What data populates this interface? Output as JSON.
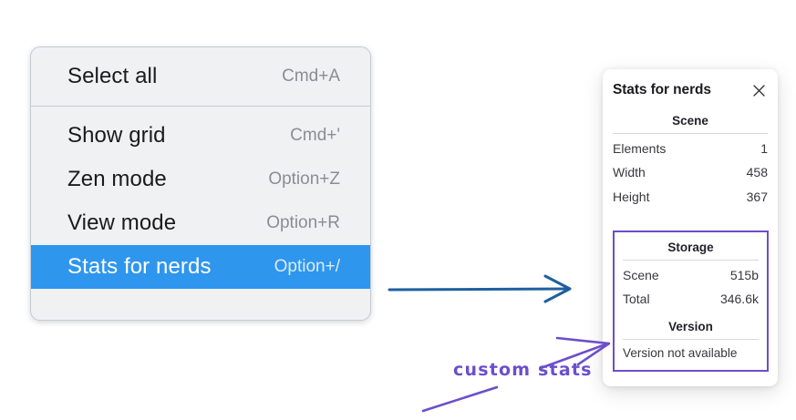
{
  "context_menu": {
    "name": "canvas-context-menu",
    "groups": [
      {
        "items": [
          {
            "label": "Select all",
            "shortcut": "Cmd+A",
            "selected": false
          }
        ]
      },
      {
        "items": [
          {
            "label": "Show grid",
            "shortcut": "Cmd+'",
            "selected": false
          },
          {
            "label": "Zen mode",
            "shortcut": "Option+Z",
            "selected": false
          },
          {
            "label": "View mode",
            "shortcut": "Option+R",
            "selected": false
          },
          {
            "label": "Stats for nerds",
            "shortcut": "Option+/",
            "selected": true
          }
        ]
      }
    ]
  },
  "stats_panel": {
    "title": "Stats for nerds",
    "close_icon": "close-icon",
    "sections": [
      {
        "title": "Scene",
        "rows": [
          {
            "key": "Elements",
            "value": "1"
          },
          {
            "key": "Width",
            "value": "458"
          },
          {
            "key": "Height",
            "value": "367"
          }
        ]
      },
      {
        "title": "Storage",
        "rows": [
          {
            "key": "Scene",
            "value": "515b"
          },
          {
            "key": "Total",
            "value": "346.6k"
          }
        ]
      },
      {
        "title": "Version",
        "note": "Version not available"
      }
    ]
  },
  "annotations": {
    "custom_stats_label": "custom stats",
    "blue_arrow_color": "#1f5f9e",
    "purple_color": "#6c4ecb",
    "highlight_color": "#2f96ed"
  }
}
